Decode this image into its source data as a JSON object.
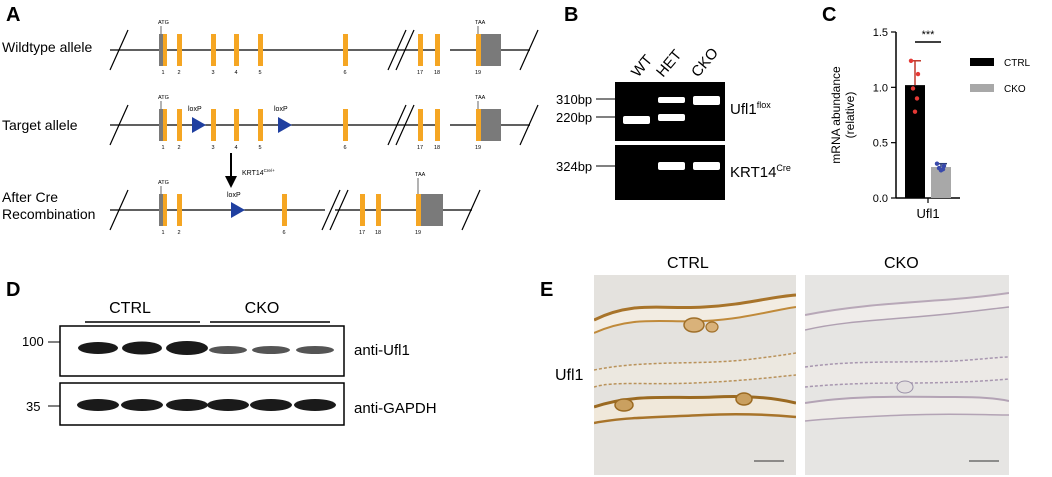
{
  "panels": {
    "a": "A",
    "b": "B",
    "c": "C",
    "d": "D",
    "e": "E"
  },
  "panel_a": {
    "rows": [
      {
        "label": "Wildtype allele"
      },
      {
        "label": "Target allele"
      },
      {
        "label": "After Cre Recombination"
      }
    ],
    "atg": "ATG",
    "taa": "TAA",
    "loxp": "loxP",
    "arrow_label": "KRT14",
    "arrow_label_sup": "Cre/+",
    "exon_numbers_full": [
      "1",
      "2",
      "3",
      "4",
      "5",
      "6",
      "17",
      "18",
      "19"
    ],
    "exon_numbers_cko": [
      "1",
      "2",
      "6",
      "17",
      "18",
      "19"
    ],
    "colors": {
      "exon": "#f5a623",
      "utr": "#7a7a7a",
      "loxp": "#1f3fa0"
    }
  },
  "panel_b": {
    "lanes": [
      "WT",
      "HET",
      "CKO"
    ],
    "size_top": [
      "310bp",
      "220bp"
    ],
    "size_bottom": "324bp",
    "gene_top": "Ufl1",
    "gene_top_sup": "flox",
    "gene_bottom": "KRT14",
    "gene_bottom_sup": "Cre"
  },
  "panel_c": {
    "significance": "***",
    "category": "Ufl1",
    "legend": [
      "CTRL",
      "CKO"
    ]
  },
  "chart_data": {
    "type": "bar",
    "categories": [
      "Ufl1"
    ],
    "series": [
      {
        "name": "CTRL",
        "values": [
          1.02
        ],
        "error": 0.22,
        "points": [
          1.24,
          1.12,
          0.99,
          0.9,
          0.78
        ],
        "color": "#000000"
      },
      {
        "name": "CKO",
        "values": [
          0.28
        ],
        "error": 0.03,
        "points": [
          0.31,
          0.29,
          0.27,
          0.26,
          0.25
        ],
        "color": "#a8a8a8"
      }
    ],
    "ylabel": "mRNA abundance (relative)",
    "ylim": [
      0,
      1.5
    ],
    "yticks": [
      "0.0",
      "0.5",
      "1.0",
      "1.5"
    ],
    "legend_position": "right"
  },
  "panel_d": {
    "groups": [
      "CTRL",
      "CKO"
    ],
    "mw_top": "100",
    "mw_bottom": "35",
    "ab_top": "anti-Ufl1",
    "ab_bottom": "anti-GAPDH"
  },
  "panel_e": {
    "groups": [
      "CTRL",
      "CKO"
    ],
    "row_label": "Ufl1"
  }
}
